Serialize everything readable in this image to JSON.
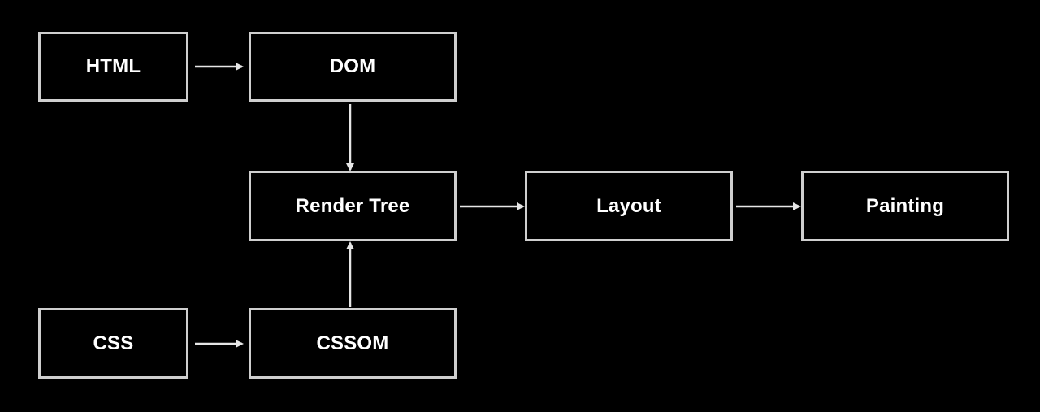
{
  "diagram": {
    "colors": {
      "background": "#000000",
      "stroke": "#cfcfcf",
      "text": "#ffffff"
    },
    "nodes": {
      "html": "HTML",
      "dom": "DOM",
      "render_tree": "Render Tree",
      "layout": "Layout",
      "painting": "Painting",
      "css": "CSS",
      "cssom": "CSSOM"
    },
    "edges": [
      {
        "from": "html",
        "to": "dom"
      },
      {
        "from": "dom",
        "to": "render_tree"
      },
      {
        "from": "css",
        "to": "cssom"
      },
      {
        "from": "cssom",
        "to": "render_tree"
      },
      {
        "from": "render_tree",
        "to": "layout"
      },
      {
        "from": "layout",
        "to": "painting"
      }
    ]
  }
}
